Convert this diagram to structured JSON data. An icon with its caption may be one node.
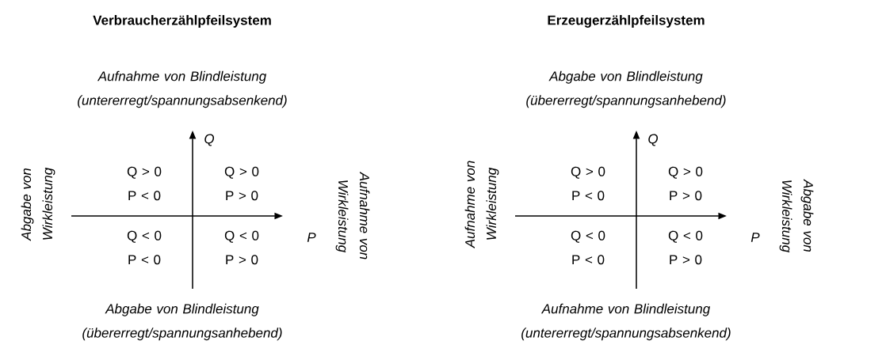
{
  "diagram": {
    "labels": [
      "Verbraucherzählpfeilsystem",
      "Erzeugerzählpfeilsystem",
      "Aufnahme von Blindleistung (untererregt/spannungsabsenkend)",
      "Abgabe von Blindleistung (übererregt/spannungsanhebend)",
      "Q",
      "Q",
      "Abgabe von Wirkleistung",
      "Q > 0 P < 0",
      "Q > 0 P > 0",
      "Aufnahme von Wirkleistung",
      "Aufnahme von Wirkleistung",
      "Q > 0 P < 0",
      "Q > 0 P > 0",
      "Abgabe von Wirkleistung",
      "Q < 0 P < 0",
      "Q < 0 P > 0",
      "P",
      "Q < 0 P < 0",
      "Q < 0 P > 0",
      "P",
      "Abgabe von Blindleistung (übererregt/spannungsanhebend)",
      "Aufnahme von Blindleistung (untererregt/spannungsabsenkend)"
    ]
  }
}
